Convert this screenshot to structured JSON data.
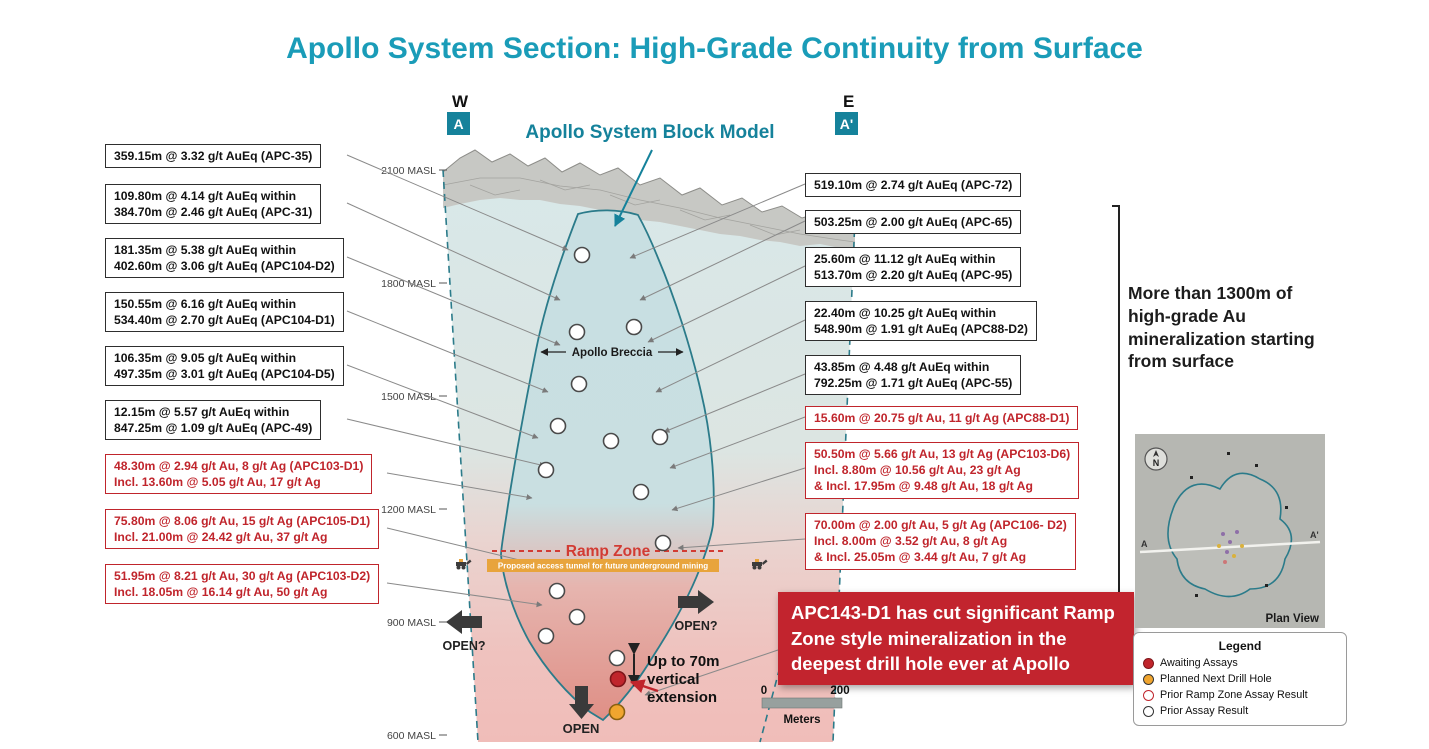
{
  "title": "Apollo System Section: High-Grade Continuity from Surface",
  "colors": {
    "accent_teal": "#1A9CB8",
    "marker_teal": "#15829B",
    "red": "#C0252C",
    "ramp_band_orange": "#E8A43C",
    "planned_hole_orange": "#F0A52F"
  },
  "section": {
    "west": "W",
    "east": "E",
    "a": "A",
    "a_prime": "A'",
    "block_model": "Apollo System Block Model",
    "breccia": "Apollo Breccia",
    "ramp": "Ramp Zone",
    "tunnel": "Proposed access tunnel for future underground mining",
    "open_left": "OPEN?",
    "open_right": "OPEN?",
    "open_down": "OPEN",
    "ext1": "Up to 70m",
    "ext2": "vertical",
    "ext3": "extension"
  },
  "elevations": [
    "2100 MASL",
    "1800 MASL",
    "1500 MASL",
    "1200 MASL",
    "900 MASL",
    "600 MASL"
  ],
  "left_callouts": [
    {
      "lines": [
        "359.15m @ 3.32 g/t AuEq (APC-35)"
      ]
    },
    {
      "lines": [
        "109.80m @ 4.14 g/t AuEq within",
        "384.70m @ 2.46 g/t AuEq (APC-31)"
      ]
    },
    {
      "lines": [
        "181.35m @ 5.38 g/t AuEq within",
        "402.60m @ 3.06 g/t AuEq (APC104-D2)"
      ]
    },
    {
      "lines": [
        "150.55m @ 6.16 g/t AuEq within",
        "534.40m @ 2.70 g/t AuEq (APC104-D1)"
      ]
    },
    {
      "lines": [
        "106.35m @ 9.05 g/t AuEq within",
        "497.35m @ 3.01 g/t AuEq (APC104-D5)"
      ]
    },
    {
      "lines": [
        "12.15m @ 5.57 g/t AuEq within",
        "847.25m @ 1.09 g/t AuEq (APC-49)"
      ]
    },
    {
      "lines": [
        "48.30m @ 2.94 g/t Au, 8 g/t Ag (APC103-D1)",
        "Incl. 13.60m @ 5.05 g/t Au, 17 g/t Ag"
      ]
    },
    {
      "lines": [
        "75.80m @ 8.06 g/t Au, 15 g/t Ag (APC105-D1)",
        "Incl. 21.00m @ 24.42 g/t Au, 37 g/t Ag"
      ]
    },
    {
      "lines": [
        "51.95m @ 8.21 g/t Au, 30 g/t Ag (APC103-D2)",
        "Incl. 18.05m @ 16.14 g/t Au, 50 g/t Ag"
      ]
    }
  ],
  "right_callouts": [
    {
      "lines": [
        "519.10m @ 2.74 g/t AuEq (APC-72)"
      ]
    },
    {
      "lines": [
        "503.25m @ 2.00 g/t AuEq (APC-65)"
      ]
    },
    {
      "lines": [
        "25.60m @ 11.12 g/t AuEq within",
        "513.70m @ 2.20 g/t AuEq (APC-95)"
      ]
    },
    {
      "lines": [
        "22.40m @ 10.25 g/t AuEq within",
        "548.90m @ 1.91 g/t AuEq (APC88-D2)"
      ]
    },
    {
      "lines": [
        "43.85m @ 4.48 g/t AuEq within",
        "792.25m @ 1.71 g/t AuEq (APC-55)"
      ]
    },
    {
      "lines": [
        "15.60m @ 20.75 g/t Au, 11 g/t Ag (APC88-D1)"
      ]
    },
    {
      "lines": [
        "50.50m @ 5.66 g/t Au, 13 g/t Ag (APC103-D6)",
        "Incl. 8.80m @ 10.56 g/t Au, 23 g/t Ag",
        "& Incl. 17.95m @ 9.48 g/t Au, 18 g/t Ag"
      ]
    },
    {
      "lines": [
        "70.00m @ 2.00 g/t Au, 5 g/t Ag (APC106- D2)",
        "Incl. 8.00m @ 3.52 g/t Au, 8 g/t Ag",
        "& Incl. 25.05m @ 3.44 g/t Au, 7 g/t Ag"
      ]
    }
  ],
  "highlight": "APC143-D1 has cut significant Ramp Zone style mineralization in the deepest drill hole ever at Apollo",
  "side_note": "More than 1300m of high-grade Au mineralization starting from surface",
  "scale_bar": {
    "zero": "0",
    "max": "200",
    "unit": "Meters"
  },
  "plan_view": {
    "compass": "N",
    "a": "A",
    "a_prime": "A'",
    "caption": "Plan View"
  },
  "legend": {
    "title": "Legend",
    "items": [
      {
        "label": "Awaiting Assays"
      },
      {
        "label": "Planned Next Drill Hole"
      },
      {
        "label": "Prior Ramp Zone Assay Result"
      },
      {
        "label": "Prior Assay Result"
      }
    ]
  }
}
